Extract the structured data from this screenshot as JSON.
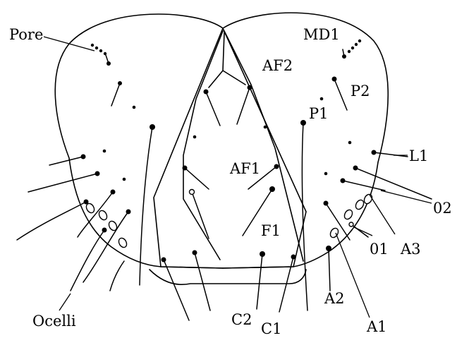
{
  "labels": {
    "pore": "Pore",
    "md1": "MD1",
    "af2": "AF2",
    "p2": "P2",
    "p1": "P1",
    "l1": "L1",
    "af1": "AF1",
    "f1": "F1",
    "o2": "02",
    "o1": "01",
    "a3": "A3",
    "a2": "A2",
    "a1": "A1",
    "c2": "C2",
    "c1": "C1",
    "ocelli": "Ocelli"
  }
}
